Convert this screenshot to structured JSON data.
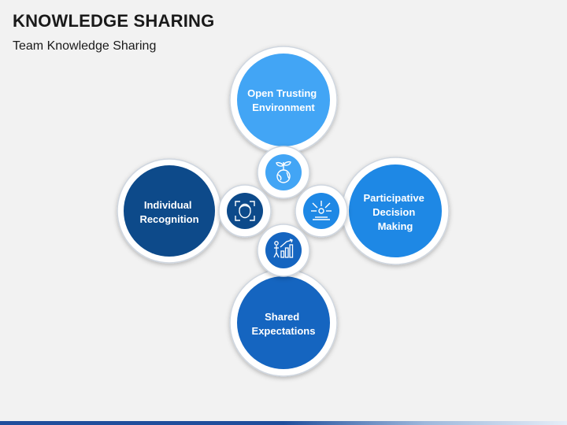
{
  "header": {
    "title": "KNOWLEDGE SHARING",
    "subtitle": "Team Knowledge Sharing"
  },
  "nodes": [
    {
      "id": "top",
      "lines": [
        "Open Trusting",
        "Environment"
      ],
      "color": "#42a5f5",
      "icon": "plant-globe-icon"
    },
    {
      "id": "right",
      "lines": [
        "Participative",
        "Decision",
        "Making"
      ],
      "color": "#1e88e5",
      "icon": "idea-radiate-icon"
    },
    {
      "id": "bottom",
      "lines": [
        "Shared",
        "Expectations"
      ],
      "color": "#1565c0",
      "icon": "growth-chart-person-icon"
    },
    {
      "id": "left",
      "lines": [
        "Individual",
        "Recognition"
      ],
      "color": "#0d4a8a",
      "icon": "face-scan-icon"
    }
  ],
  "colors": {
    "ring": "#ffffff",
    "ring_stroke": "#d0d7e0"
  }
}
